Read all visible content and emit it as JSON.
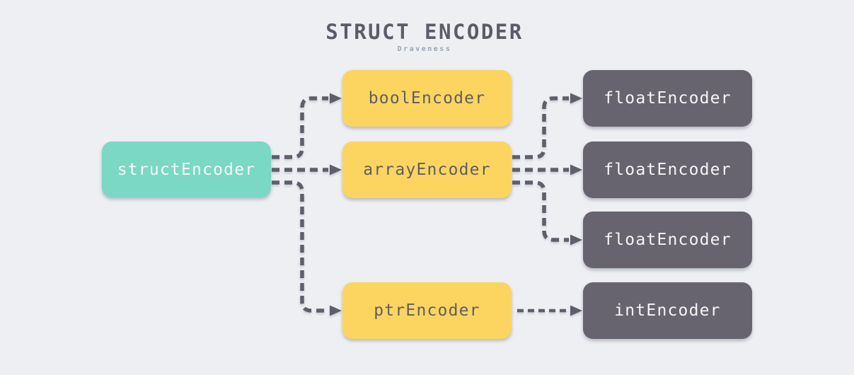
{
  "title": "STRUCT ENCODER",
  "subtitle": "Draveness",
  "colors": {
    "background": "#edeff2",
    "teal_node": "#7ad8c5",
    "yellow_node": "#fbd55f",
    "dark_node": "#676470",
    "arrow": "#605e6b",
    "title_text": "#5d5b68",
    "subtitle_text": "#99a3af",
    "light_text": "#f8f9f9",
    "dark_text": "#5f5d68"
  },
  "nodes": [
    {
      "id": "structEncoder",
      "label": "structEncoder",
      "color_role": "teal"
    },
    {
      "id": "boolEncoder",
      "label": "boolEncoder",
      "color_role": "yellow"
    },
    {
      "id": "arrayEncoder",
      "label": "arrayEncoder",
      "color_role": "yellow"
    },
    {
      "id": "ptrEncoder",
      "label": "ptrEncoder",
      "color_role": "yellow"
    },
    {
      "id": "floatEncoder-1",
      "label": "floatEncoder",
      "color_role": "dark"
    },
    {
      "id": "floatEncoder-2",
      "label": "floatEncoder",
      "color_role": "dark"
    },
    {
      "id": "floatEncoder-3",
      "label": "floatEncoder",
      "color_role": "dark"
    },
    {
      "id": "intEncoder",
      "label": "intEncoder",
      "color_role": "dark"
    }
  ],
  "edges": [
    {
      "from": "structEncoder",
      "to": "boolEncoder"
    },
    {
      "from": "structEncoder",
      "to": "arrayEncoder"
    },
    {
      "from": "structEncoder",
      "to": "ptrEncoder"
    },
    {
      "from": "arrayEncoder",
      "to": "floatEncoder-1"
    },
    {
      "from": "arrayEncoder",
      "to": "floatEncoder-2"
    },
    {
      "from": "arrayEncoder",
      "to": "floatEncoder-3"
    },
    {
      "from": "ptrEncoder",
      "to": "intEncoder"
    }
  ]
}
